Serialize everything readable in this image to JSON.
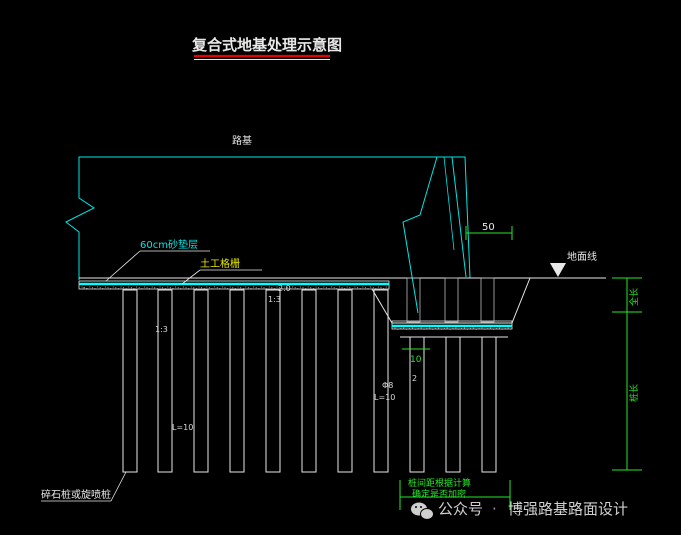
{
  "diagram": {
    "title": "复合式地基处理示意图",
    "roadbed_label": "路基",
    "sand_cushion_label": "60cm砂垫层",
    "geogrid_label": "土工格栅",
    "ground_line_label": "地面线",
    "pile_label": "碎石桩或旋喷桩",
    "slope_upper_1": "1:3",
    "slope_upper_2": "1:3",
    "slope_lower_1": "1:3",
    "top_slope_a": "2.0",
    "top_slope_b": "1:3",
    "pile_length_left": "L=10",
    "pile_length_right": "L=10",
    "pile_note": "Φ8",
    "small_dim": "2",
    "dim_50": "50",
    "dim_bottom": "10",
    "right_dim_upper": "全长",
    "right_dim_lower": "桩长",
    "bottom_note_1": "桩间距根据计算",
    "bottom_note_2": "确定是否加密"
  },
  "watermark": {
    "brand": "公众号",
    "separator": "·",
    "name": "博强路基路面设计"
  }
}
